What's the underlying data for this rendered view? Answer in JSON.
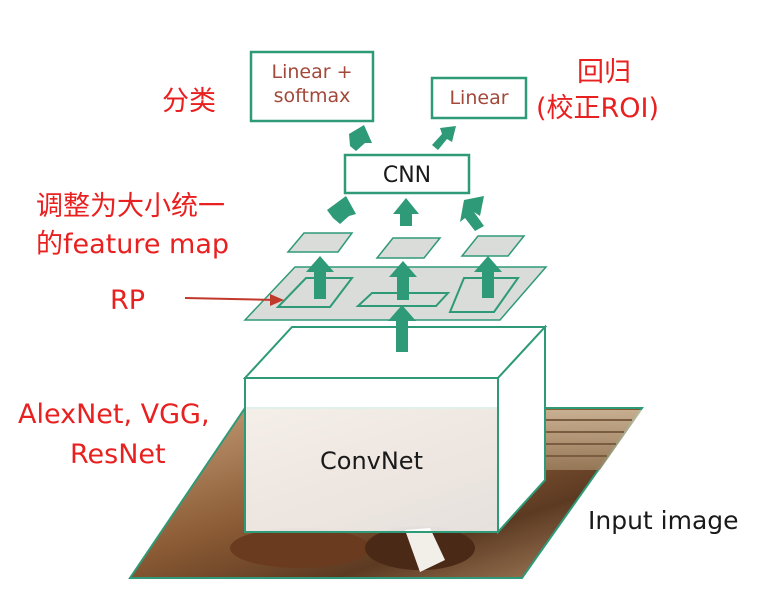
{
  "labels": {
    "classify": "分类",
    "regress_line1": "回归",
    "regress_line2": "(校正ROI)",
    "resize_line1": "调整为大小统一",
    "resize_line2": "的feature map",
    "rp": "RP",
    "backbone_line1": "AlexNet, VGG,",
    "backbone_line2": "ResNet",
    "input_image": "Input image"
  },
  "boxes": {
    "linear_softmax_line1": "Linear +",
    "linear_softmax_line2": "softmax",
    "linear": "Linear",
    "cnn": "CNN",
    "convnet": "ConvNet"
  },
  "colors": {
    "accent_green": "#2e9a78",
    "red_text": "#e8201f",
    "box_text": "#a2493a",
    "plane_fill": "#d9dcd9"
  }
}
